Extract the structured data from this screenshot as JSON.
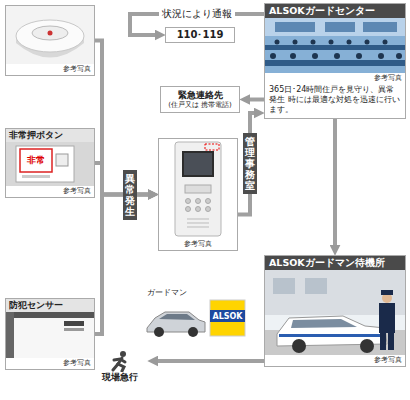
{
  "diagram": {
    "nodes": [
      {
        "text": [
          "参考写真"
        ]
      },
      {
        "text": [
          "110･119"
        ]
      },
      {
        "text": [
          "ALSOKガードセンター",
          "参考写真",
          "365日･24時間住戸を見守り、異常発生 時には最適な対処を迅速に行います。"
        ]
      },
      {
        "text": [
          "緊急連絡先",
          "(住戸又は 携帯電話)"
        ]
      },
      {
        "text": [
          "非常押ボタン",
          "参考写真"
        ]
      },
      {
        "text": [
          "参考写真"
        ]
      },
      {
        "text": [
          "防犯センサー",
          "参考写真"
        ]
      },
      {
        "text": [
          "ALSOKガードマン待機所",
          "参考写真"
        ]
      },
      {
        "text": [
          "ガードマン"
        ]
      },
      {
        "text": [
          "現場急行"
        ]
      }
    ],
    "edges": [
      {
        "from": 0,
        "to": 5,
        "arrow": "to"
      },
      {
        "from": 4,
        "to": 5,
        "arrow": "to",
        "label": "異常発生"
      },
      {
        "from": 6,
        "to": 5,
        "arrow": "to"
      },
      {
        "from": 5,
        "to": 2,
        "arrow": "to",
        "label": "管理事務室"
      },
      {
        "from": 2,
        "to": 1,
        "arrow": "to",
        "label": "状況により通報"
      },
      {
        "from": 2,
        "to": 3,
        "arrow": "to"
      },
      {
        "from": 2,
        "to": 7,
        "arrow": "to"
      },
      {
        "from": 7,
        "to": 9,
        "arrow": "to"
      }
    ],
    "labels": [
      "非常",
      "ALSOK"
    ]
  }
}
